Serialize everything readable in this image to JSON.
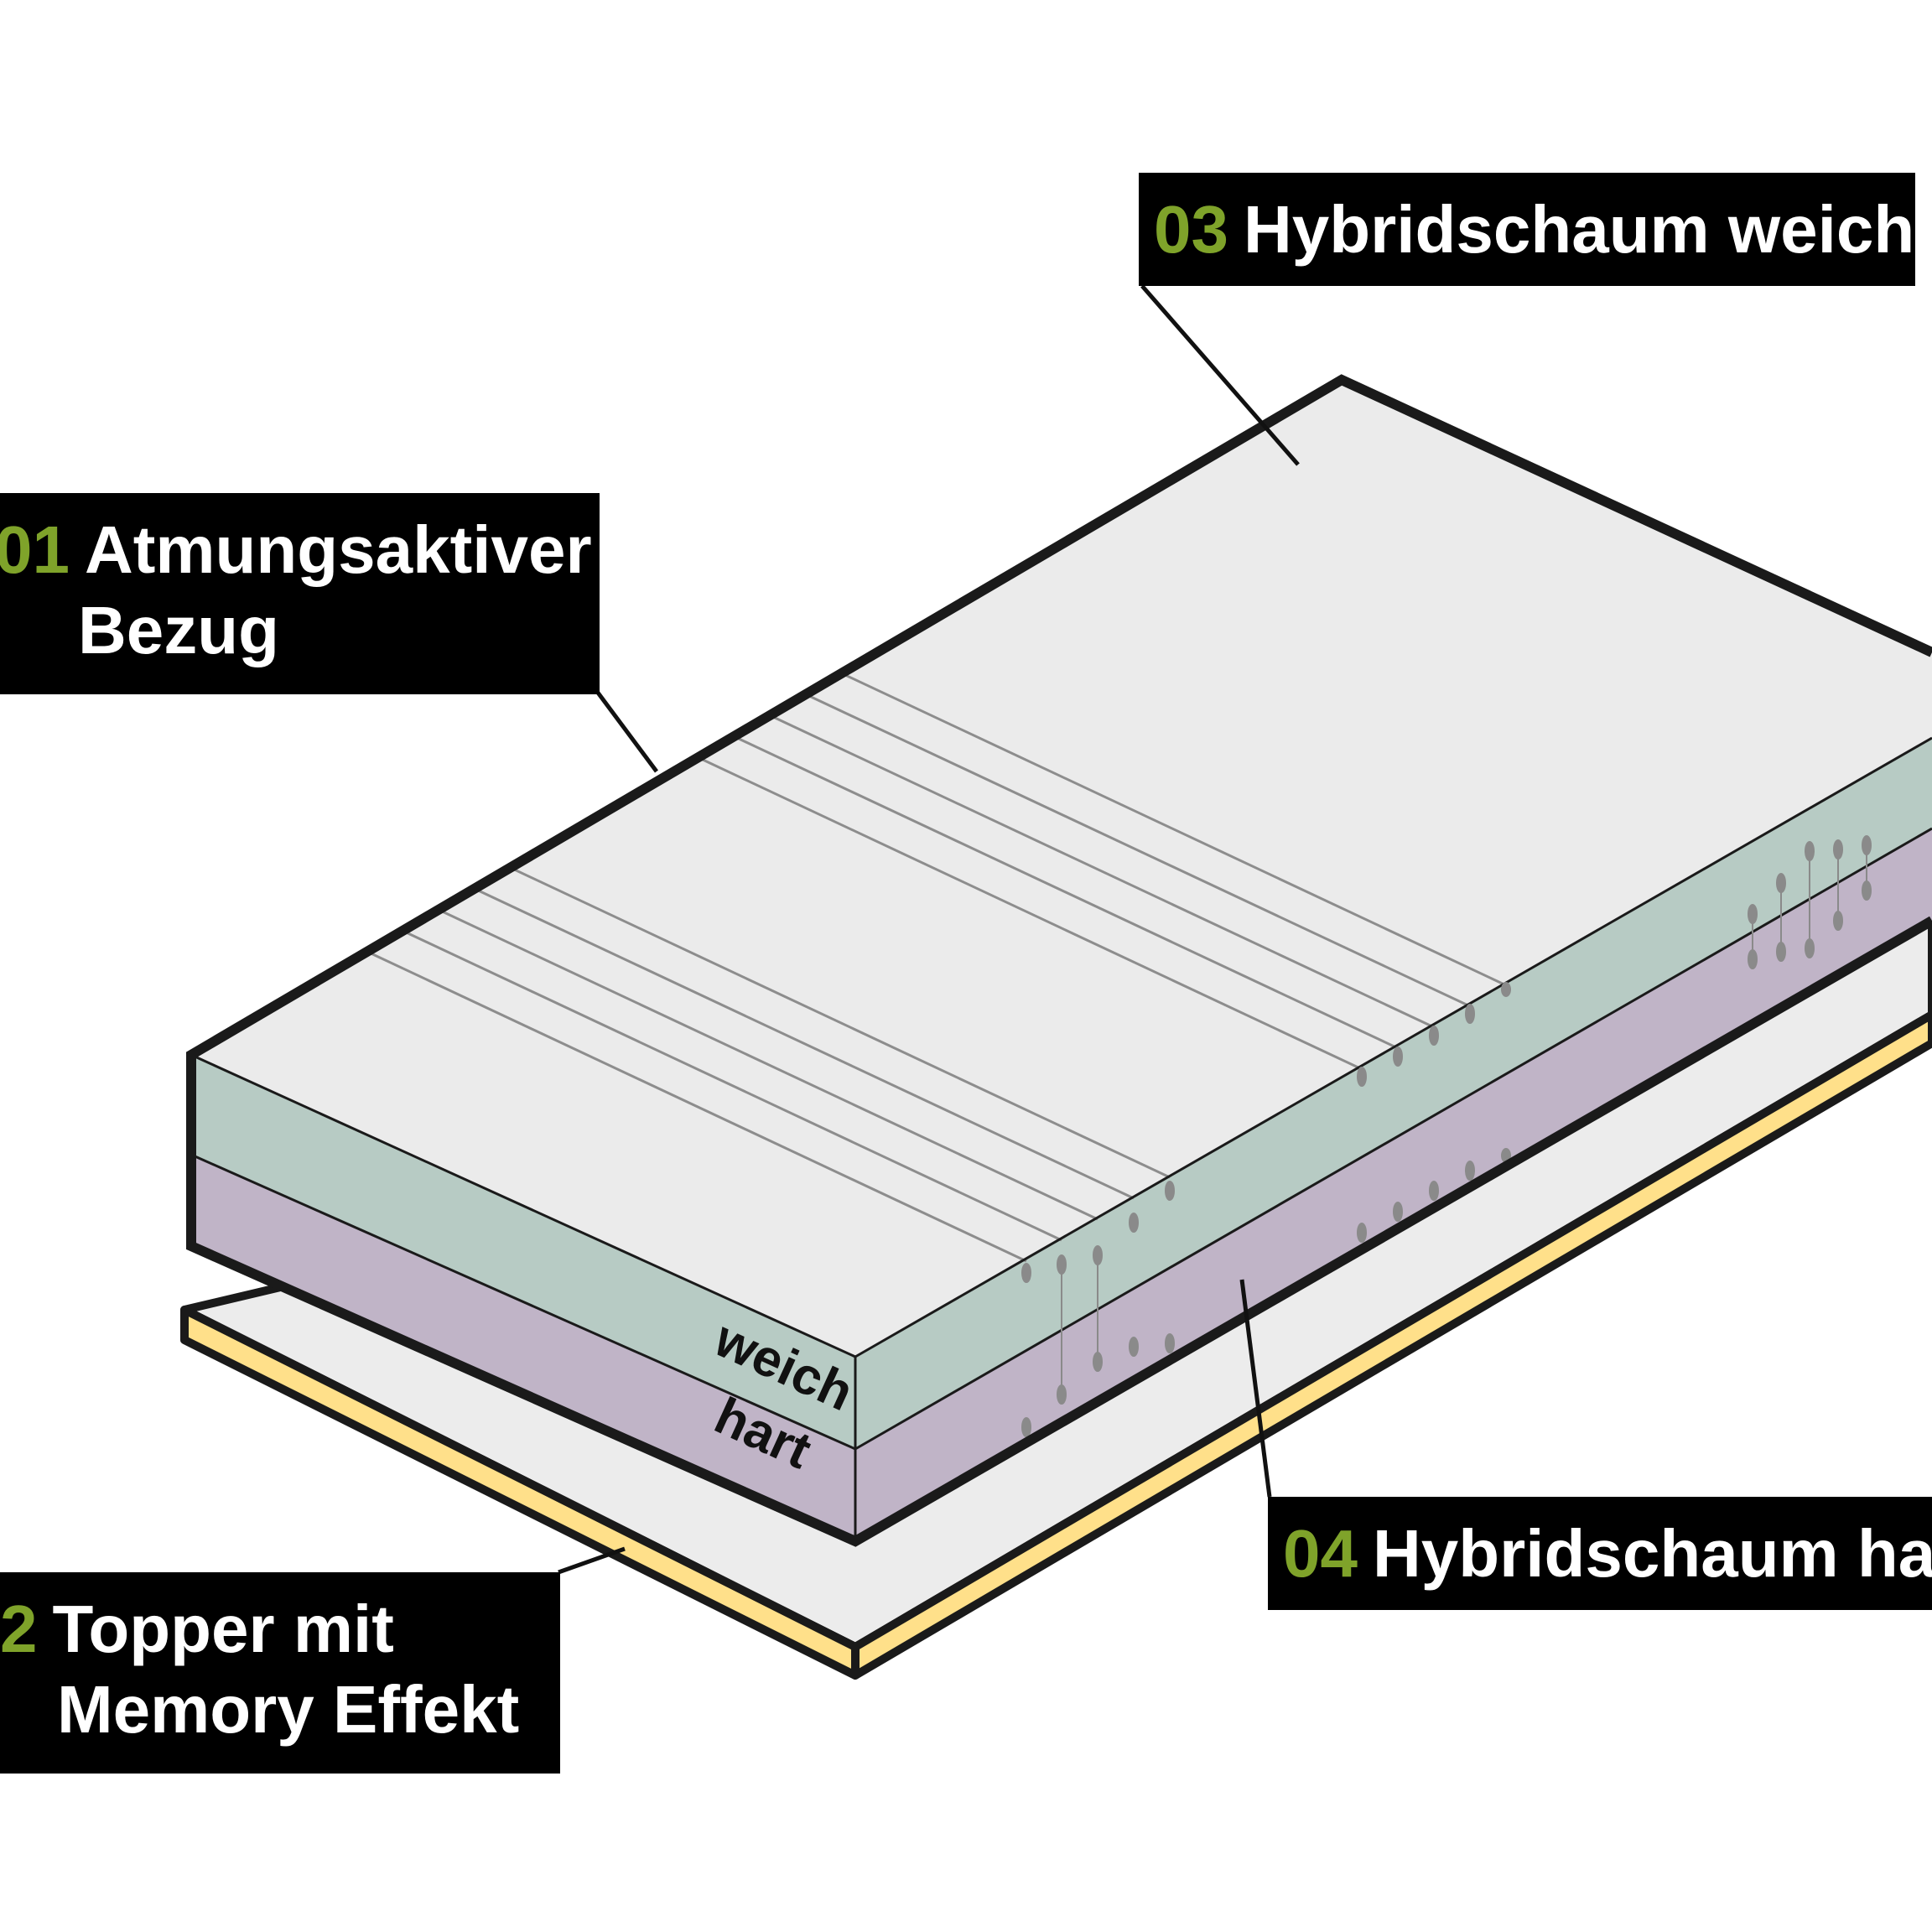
{
  "labels": {
    "l01": {
      "number": "01",
      "line1": "Atmungsaktiver",
      "line2": "Bezug"
    },
    "l02": {
      "number": "2",
      "line1": "Topper mit",
      "line2": "Memory Effekt"
    },
    "l03": {
      "number": "03",
      "text": "Hybridschaum weich"
    },
    "l04": {
      "number": "04",
      "text": "Hybridschaum har"
    }
  },
  "layers": {
    "weich": "weich",
    "hart": "hart"
  },
  "colors": {
    "label_bg": "#000000",
    "label_text": "#ffffff",
    "number_accent": "#7fa32a",
    "cover_top": "#ebebeb",
    "soft_foam": "#b7cbc4",
    "hard_foam": "#c0b4c7",
    "topper_top": "#ececec",
    "topper_edge": "#ffe08a",
    "outline": "#1a1a1a"
  }
}
